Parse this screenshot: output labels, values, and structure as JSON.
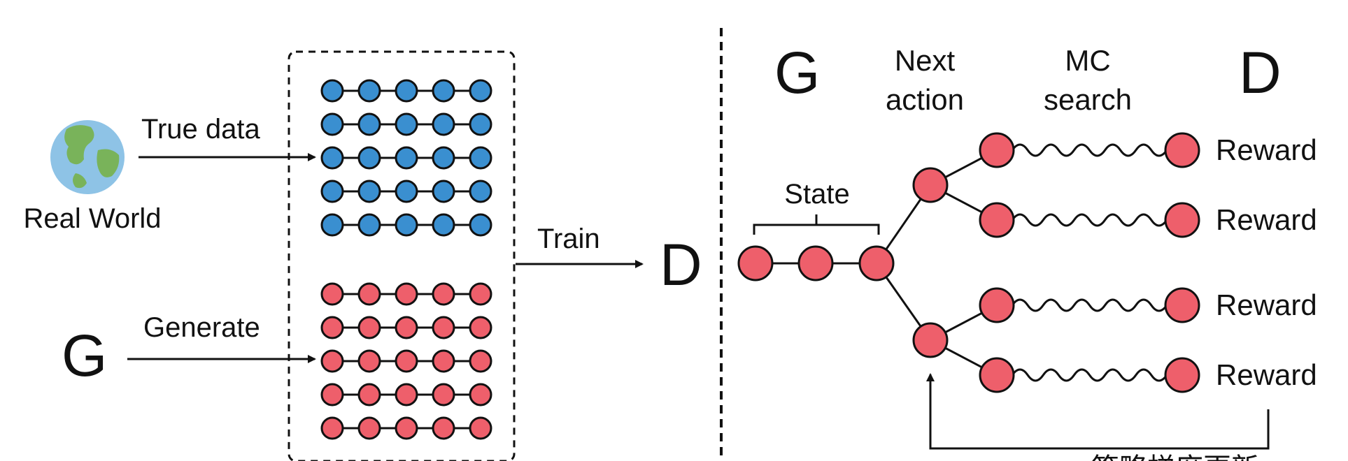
{
  "left_panel": {
    "real_world_label": "Real World",
    "true_data_label": "True data",
    "g_label": "G",
    "generate_label": "Generate",
    "train_label": "Train",
    "d_label": "D",
    "real_sequences": 5,
    "generated_sequences": 5,
    "nodes_per_sequence": 5
  },
  "right_panel": {
    "g_header": "G",
    "next_action_header_line1": "Next",
    "next_action_header_line2": "action",
    "mc_search_header_line1": "MC",
    "mc_search_header_line2": "search",
    "d_header": "D",
    "state_label": "State",
    "reward_labels": [
      "Reward",
      "Reward",
      "Reward",
      "Reward"
    ],
    "bottom_partial_text": "策略梯度更新"
  },
  "colors": {
    "real_node": "#3a8fd0",
    "generated_node": "#ee5f6b",
    "stroke": "#111111",
    "globe_ocean": "#8ec3e6",
    "globe_land": "#79b35a"
  }
}
